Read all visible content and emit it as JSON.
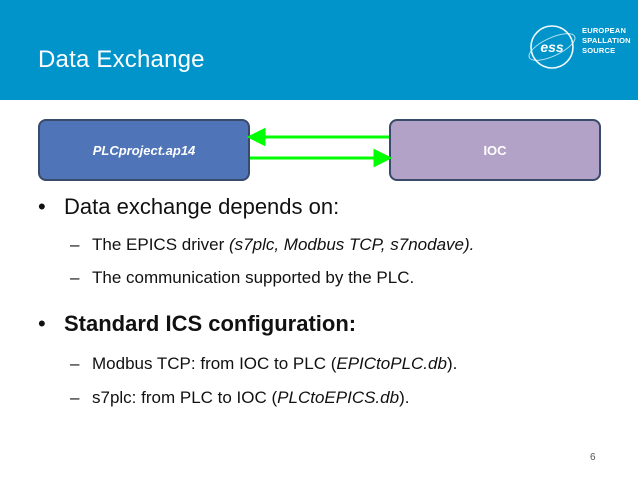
{
  "header": {
    "title": "Data Exchange",
    "background_color": "#0094CA",
    "logo": {
      "mark_text": "ess",
      "words": [
        "EUROPEAN",
        "SPALLATION",
        "SOURCE"
      ]
    }
  },
  "diagram": {
    "left_box": {
      "label": "PLCproject.ap14",
      "color": "#4F74B7"
    },
    "right_box": {
      "label": "IOC",
      "color": "#B3A2C7"
    },
    "arrow_color": "#00FF00"
  },
  "bullets": [
    {
      "text": "Data exchange depends on:",
      "bold": false,
      "subs": [
        {
          "parts": [
            "The EPICS driver ",
            "(s7plc, Modbus TCP, s7nodave).",
            ""
          ]
        },
        {
          "parts": [
            "The communication supported by the PLC.",
            "",
            ""
          ]
        }
      ]
    },
    {
      "text": "Standard ICS configuration:",
      "bold": true,
      "subs": [
        {
          "parts": [
            "Modbus TCP: from IOC to PLC (",
            "EPICtoPLC.db",
            ")."
          ]
        },
        {
          "parts": [
            "s7plc: from PLC to IOC (",
            "PLCtoEPICS.db",
            ")."
          ]
        }
      ]
    }
  ],
  "page_number": "6"
}
